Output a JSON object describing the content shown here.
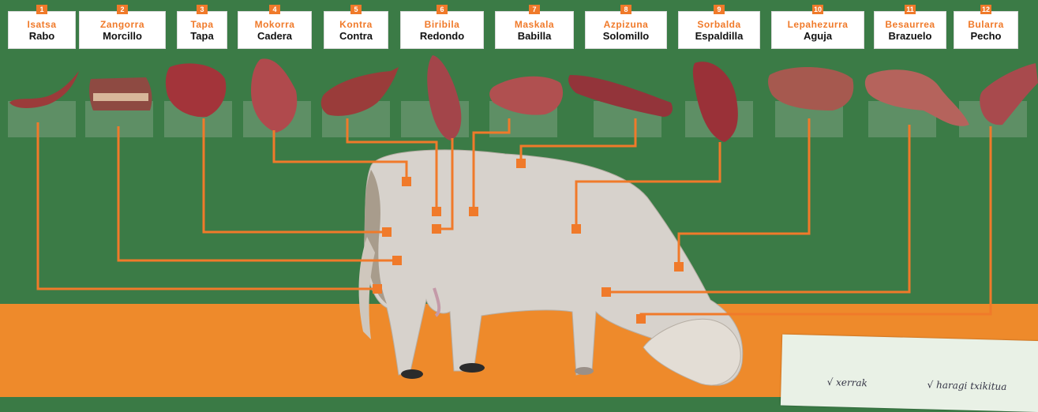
{
  "cuts": [
    {
      "num": "1",
      "basque": "Isatsa",
      "spanish": "Rabo"
    },
    {
      "num": "2",
      "basque": "Zangorra",
      "spanish": "Morcillo"
    },
    {
      "num": "3",
      "basque": "Tapa",
      "spanish": "Tapa"
    },
    {
      "num": "4",
      "basque": "Mokorra",
      "spanish": "Cadera"
    },
    {
      "num": "5",
      "basque": "Kontra",
      "spanish": "Contra"
    },
    {
      "num": "6",
      "basque": "Biribila",
      "spanish": "Redondo"
    },
    {
      "num": "7",
      "basque": "Maskala",
      "spanish": "Babilla"
    },
    {
      "num": "8",
      "basque": "Azpizuna",
      "spanish": "Solomillo"
    },
    {
      "num": "9",
      "basque": "Sorbalda",
      "spanish": "Espaldilla"
    },
    {
      "num": "10",
      "basque": "Lepahezurra",
      "spanish": "Aguja"
    },
    {
      "num": "11",
      "basque": "Besaurrea",
      "spanish": "Brazuelo"
    },
    {
      "num": "12",
      "basque": "Bularra",
      "spanish": "Pecho"
    }
  ],
  "notes": {
    "left": "√ xerrak",
    "right": "√ haragi txikitua"
  },
  "colors": {
    "green": "#3b7b46",
    "orange": "#ee8a2b",
    "line": "#f07a2a"
  },
  "icons": {
    "animal": "cow-illustration",
    "meat": "meat-cut-photo"
  }
}
